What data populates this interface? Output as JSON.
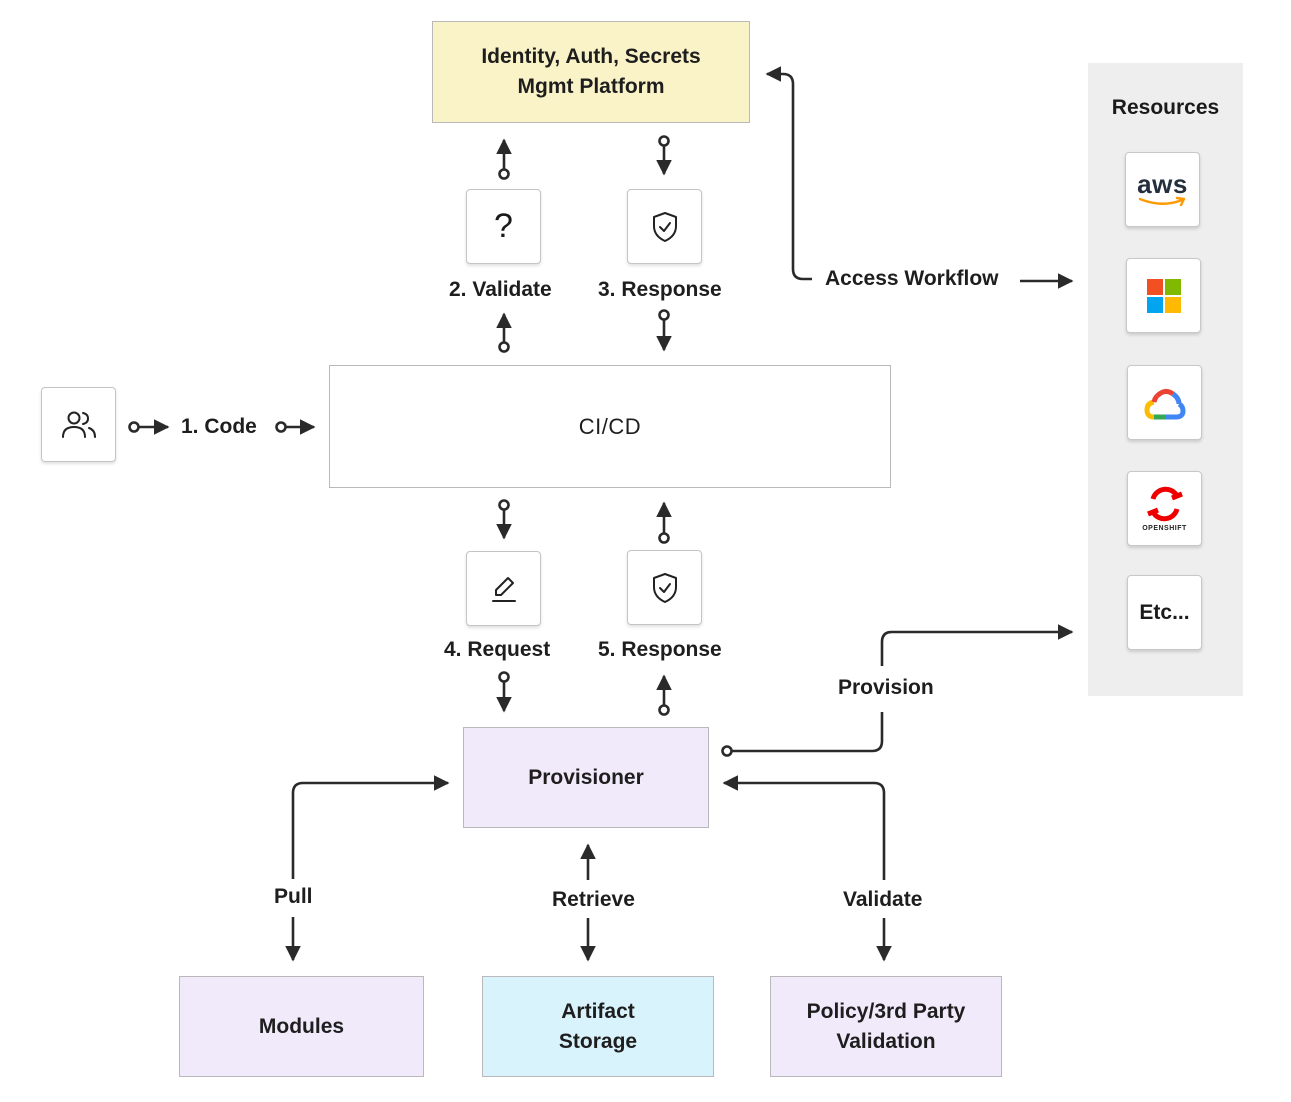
{
  "identity_box": {
    "line1": "Identity, Auth, Secrets",
    "line2": "Mgmt Platform"
  },
  "cicd_box": {
    "label": "CI/CD"
  },
  "provisioner_box": {
    "label": "Provisioner"
  },
  "modules_box": {
    "label": "Modules"
  },
  "artifact_box": {
    "line1": "Artifact",
    "line2": "Storage"
  },
  "policy_box": {
    "line1": "Policy/3rd Party",
    "line2": "Validation"
  },
  "steps": {
    "code": "1. Code",
    "validate": "2. Validate",
    "response_auth": "3. Response",
    "request": "4. Request",
    "response_prov": "5. Response"
  },
  "edges": {
    "access_workflow": "Access Workflow",
    "provision": "Provision",
    "pull": "Pull",
    "retrieve": "Retrieve",
    "validate": "Validate"
  },
  "icons": {
    "users": "users-icon",
    "question": "question-mark-icon",
    "question_glyph": "?",
    "shield": "shield-check-icon",
    "pen": "pen-icon"
  },
  "resources": {
    "title": "Resources",
    "items": [
      {
        "icon": "aws-logo",
        "text": "aws"
      },
      {
        "icon": "microsoft-logo"
      },
      {
        "icon": "google-cloud-logo"
      },
      {
        "icon": "openshift-logo",
        "text": "OPENSHIFT"
      },
      {
        "icon": "etc",
        "text": "Etc..."
      }
    ]
  },
  "colors": {
    "identity_fill": "#faf3c8",
    "lavender_fill": "#f1eafb",
    "artifact_fill": "#d8f3fb",
    "panel_fill": "#eeeeee",
    "line": "#2a2a2a"
  }
}
